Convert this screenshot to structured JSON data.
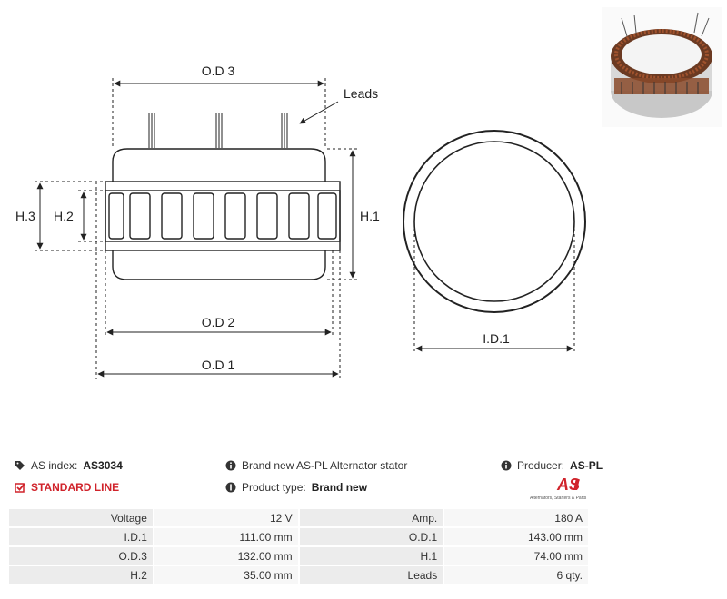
{
  "diagram": {
    "labels": {
      "od3": "O.D 3",
      "od2": "O.D 2",
      "od1": "O.D 1",
      "leads": "Leads",
      "h1": "H.1",
      "h2": "H.2",
      "h3": "H.3",
      "id1": "I.D.1"
    }
  },
  "info": {
    "as_index_label": "AS index:",
    "as_index_value": "AS3034",
    "line_label": "STANDARD LINE",
    "description": "Brand new AS-PL Alternator stator",
    "product_type_label": "Product type:",
    "product_type_value": "Brand new",
    "producer_label": "Producer:",
    "producer_value": "AS-PL",
    "logo_text": "AS",
    "logo_tagline": "Alternators, Starters & Parts"
  },
  "colors": {
    "accent_red": "#d0232b",
    "label_cell": "#ececec",
    "value_cell": "#f7f7f7"
  },
  "specs": [
    {
      "l1": "Voltage",
      "v1": "12 V",
      "l2": "Amp.",
      "v2": "180 A"
    },
    {
      "l1": "I.D.1",
      "v1": "111.00 mm",
      "l2": "O.D.1",
      "v2": "143.00 mm"
    },
    {
      "l1": "O.D.3",
      "v1": "132.00 mm",
      "l2": "H.1",
      "v2": "74.00 mm"
    },
    {
      "l1": "H.2",
      "v1": "35.00 mm",
      "l2": "Leads",
      "v2": "6 qty."
    }
  ]
}
